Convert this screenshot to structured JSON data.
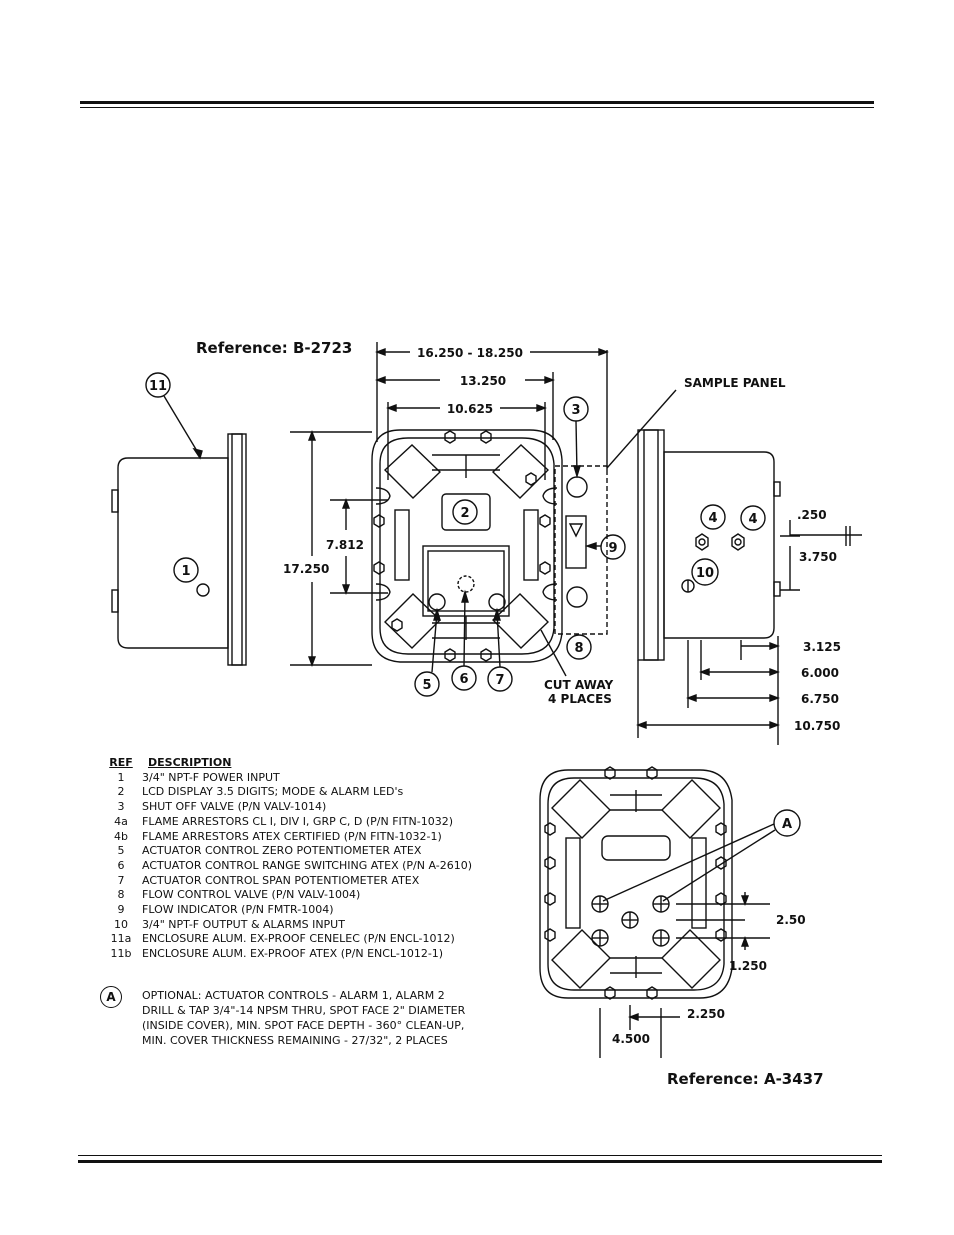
{
  "references": {
    "top": "Reference:  B-2723",
    "bottom": "Reference:  A-3437"
  },
  "labels": {
    "sample_panel": "SAMPLE PANEL",
    "cut_away_1": "CUT AWAY",
    "cut_away_2": "4 PLACES"
  },
  "dimensions": {
    "d16250": "16.250 - 18.250",
    "d13250": "13.250",
    "d10625": "10.625",
    "d17250": "17.250",
    "d7812": "7.812",
    "d250": ".250",
    "d3750": "3.750",
    "d3125": "3.125",
    "d6000": "6.000",
    "d6750": "6.750",
    "d10750": "10.750",
    "d2_50": "2.50",
    "d1_250": "1.250",
    "d2_250": "2.250",
    "d4_500": "4.500"
  },
  "callouts": {
    "c1": "1",
    "c2": "2",
    "c3": "3",
    "c4a": "4",
    "c4b": "4",
    "c5": "5",
    "c6": "6",
    "c7": "7",
    "c8": "8",
    "c9": "9",
    "c10": "10",
    "c11": "11",
    "cA": "A"
  },
  "legend": {
    "header_ref": "REF",
    "header_desc": "DESCRIPTION",
    "rows": [
      {
        "ref": "1",
        "desc": "3/4\" NPT-F POWER INPUT"
      },
      {
        "ref": "2",
        "desc": "LCD DISPLAY 3.5 DIGITS; MODE & ALARM LED's"
      },
      {
        "ref": "3",
        "desc": "SHUT OFF VALVE  (P/N VALV-1014)"
      },
      {
        "ref": "4a",
        "desc": "FLAME ARRESTORS CL I, DIV I, GRP C, D  (P/N FITN-1032)"
      },
      {
        "ref": "4b",
        "desc": "FLAME ARRESTORS ATEX CERTIFIED  (P/N FITN-1032-1)"
      },
      {
        "ref": "5",
        "desc": "ACTUATOR CONTROL ZERO POTENTIOMETER ATEX"
      },
      {
        "ref": "6",
        "desc": "ACTUATOR CONTROL RANGE SWITCHING ATEX  (P/N A-2610)"
      },
      {
        "ref": "7",
        "desc": "ACTUATOR CONTROL SPAN POTENTIOMETER ATEX"
      },
      {
        "ref": "8",
        "desc": "FLOW CONTROL VALVE  (P/N VALV-1004)"
      },
      {
        "ref": "9",
        "desc": "FLOW INDICATOR  (P/N FMTR-1004)"
      },
      {
        "ref": "10",
        "desc": "3/4\" NPT-F OUTPUT & ALARMS INPUT"
      },
      {
        "ref": "11a",
        "desc": "ENCLOSURE ALUM. EX-PROOF CENELEC  (P/N ENCL-1012)"
      },
      {
        "ref": "11b",
        "desc": "ENCLOSURE ALUM. EX-PROOF ATEX  (P/N ENCL-1012-1)"
      }
    ]
  },
  "optional": {
    "marker": "A",
    "lines": [
      "OPTIONAL: ACTUATOR CONTROLS - ALARM 1, ALARM 2",
      "DRILL & TAP 3/4\"-14 NPSM THRU, SPOT FACE 2\" DIAMETER",
      "(INSIDE COVER), MIN. SPOT FACE DEPTH - 360° CLEAN-UP,",
      "MIN. COVER THICKNESS REMAINING - 27/32\", 2 PLACES"
    ]
  }
}
